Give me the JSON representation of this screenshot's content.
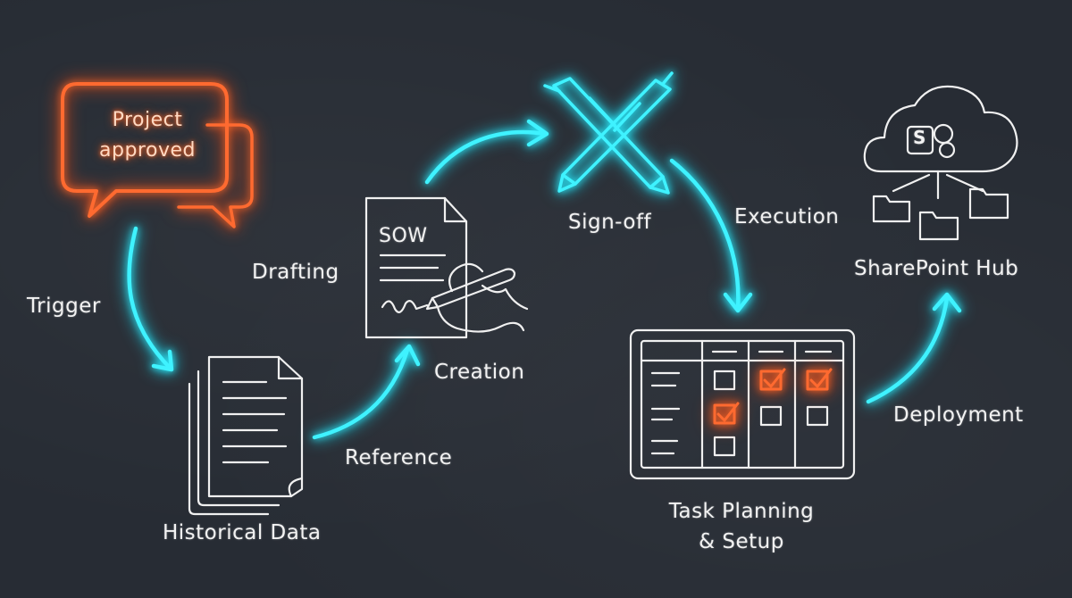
{
  "nodes": {
    "trigger_bubble": {
      "line1": "Project",
      "line2": "approved"
    },
    "historical": {
      "label": "Historical Data"
    },
    "sow": {
      "doc_title": "SOW",
      "label": "Creation"
    },
    "signoff": {
      "label": "Sign-off"
    },
    "planning": {
      "line1": "Task Planning",
      "line2": "& Setup"
    },
    "sharepoint": {
      "label": "SharePoint Hub",
      "logo_letter": "S"
    }
  },
  "edges": {
    "trigger": "Trigger",
    "reference": "Reference",
    "drafting": "Drafting",
    "execution": "Execution",
    "deployment": "Deployment"
  },
  "colors": {
    "background": "#272c34",
    "arrow": "#3ff2ff",
    "bubble": "#ff6a2a",
    "chalk": "#f0f0f0"
  }
}
